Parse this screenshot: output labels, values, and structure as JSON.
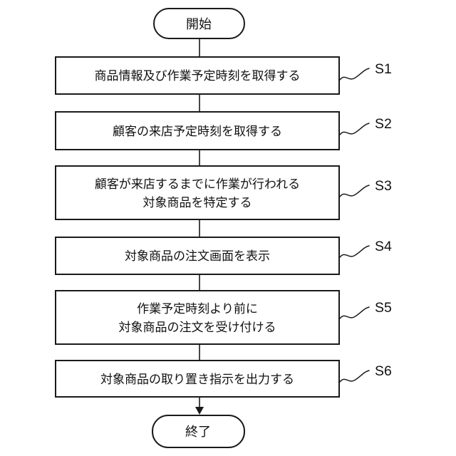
{
  "figure": {
    "type": "flowchart",
    "start_label": "開始",
    "end_label": "終了",
    "steps": [
      {
        "id": "S1",
        "lines": [
          "商品情報及び作業予定時刻を取得する",
          ""
        ]
      },
      {
        "id": "S2",
        "lines": [
          "顧客の来店予定時刻を取得する",
          ""
        ]
      },
      {
        "id": "S3",
        "lines": [
          "顧客が来店するまでに作業が行われる",
          "対象商品を特定する"
        ]
      },
      {
        "id": "S4",
        "lines": [
          "対象商品の注文画面を表示",
          ""
        ]
      },
      {
        "id": "S5",
        "lines": [
          "作業予定時刻より前に",
          "対象商品の注文を受け付ける"
        ]
      },
      {
        "id": "S6",
        "lines": [
          "対象商品の取り置き指示を出力する",
          ""
        ]
      }
    ],
    "colors": {
      "stroke": "#1a1a1a",
      "background": "#ffffff"
    }
  }
}
